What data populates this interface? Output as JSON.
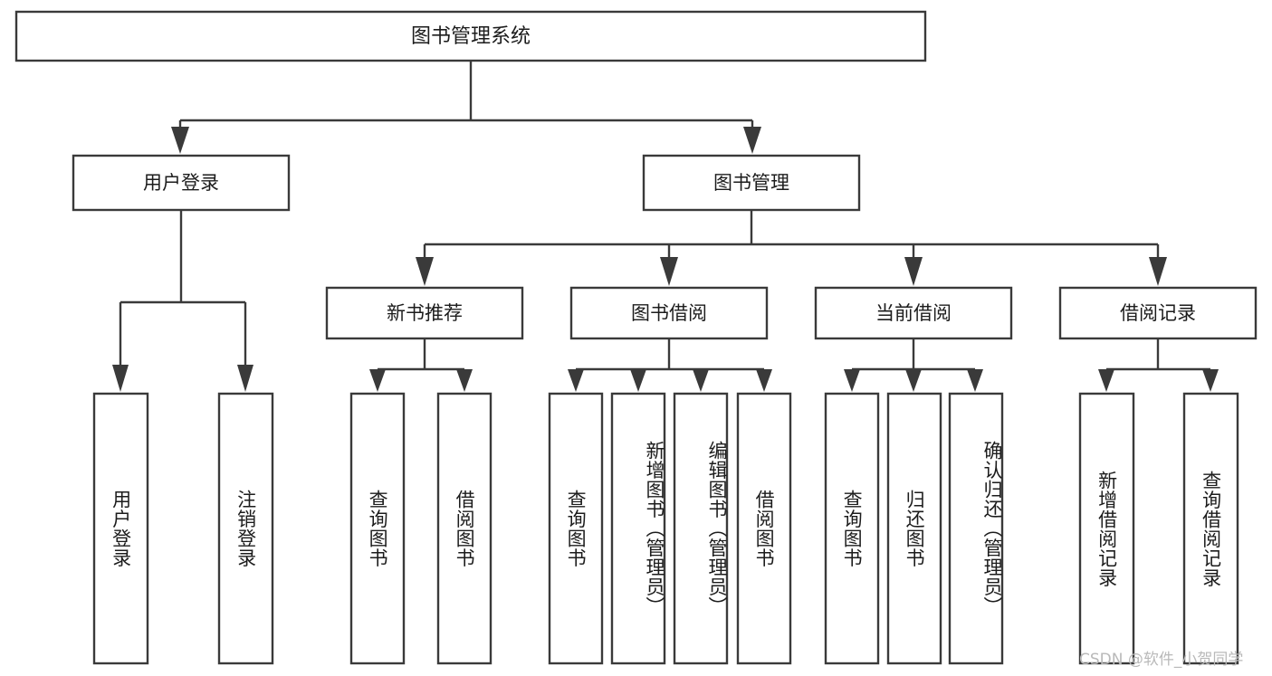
{
  "diagram": {
    "title": "图书管理系统",
    "type": "hierarchy-tree",
    "orientation": "top-down",
    "colors": {
      "stroke": "#3a3a3a",
      "fill": "#ffffff",
      "text": "#1c1c1c",
      "watermark": "#b9b9b9",
      "background": "#ffffff"
    },
    "root": {
      "label": "图书管理系统"
    },
    "level1": [
      {
        "id": "user-login",
        "label": "用户登录"
      },
      {
        "id": "book-manage",
        "label": "图书管理"
      }
    ],
    "level2": [
      {
        "id": "new-book-recommend",
        "label": "新书推荐",
        "parent": "book-manage"
      },
      {
        "id": "book-borrow",
        "label": "图书借阅",
        "parent": "book-manage"
      },
      {
        "id": "current-borrow",
        "label": "当前借阅",
        "parent": "book-manage"
      },
      {
        "id": "borrow-record",
        "label": "借阅记录",
        "parent": "book-manage"
      }
    ],
    "leaves": {
      "user-login": [
        {
          "id": "leaf-user-login",
          "label": "用户登录"
        },
        {
          "id": "leaf-logout",
          "label": "注销登录"
        }
      ],
      "new-book-recommend": [
        {
          "id": "leaf-query-book-1",
          "label": "查询图书"
        },
        {
          "id": "leaf-borrow-book-1",
          "label": "借阅图书"
        }
      ],
      "book-borrow": [
        {
          "id": "leaf-query-book-2",
          "label": "查询图书"
        },
        {
          "id": "leaf-add-book",
          "label": "新增图书（管理员）"
        },
        {
          "id": "leaf-edit-book",
          "label": "编辑图书（管理员）"
        },
        {
          "id": "leaf-borrow-book-2",
          "label": "借阅图书"
        }
      ],
      "current-borrow": [
        {
          "id": "leaf-query-book-3",
          "label": "查询图书"
        },
        {
          "id": "leaf-return-book",
          "label": "归还图书"
        },
        {
          "id": "leaf-confirm-return",
          "label": "确认归还（管理员）"
        }
      ],
      "borrow-record": [
        {
          "id": "leaf-add-record",
          "label": "新增借阅记录"
        },
        {
          "id": "leaf-query-record",
          "label": "查询借阅记录"
        }
      ]
    }
  },
  "watermark": {
    "text": "CSDN @软件_小贺同学"
  }
}
